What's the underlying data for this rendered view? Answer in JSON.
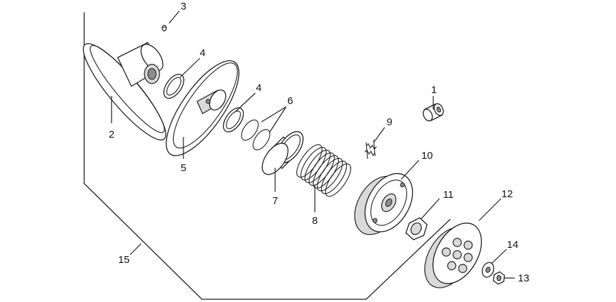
{
  "callouts": [
    "1",
    "2",
    "3",
    "4",
    "4",
    "5",
    "6",
    "7",
    "8",
    "9",
    "10",
    "11",
    "12",
    "13",
    "14",
    "15"
  ],
  "colors": {
    "line": "#1a1a1a",
    "fill": "#ffffff",
    "shade": "#d9d9d9"
  }
}
